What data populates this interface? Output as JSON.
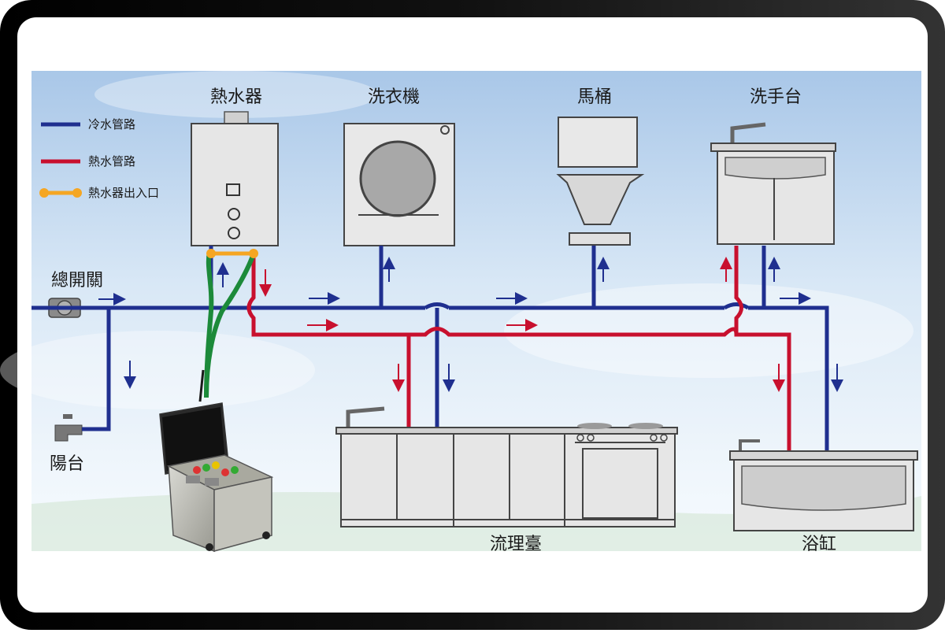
{
  "legend": {
    "cold": "冷水管路",
    "hot": "熱水管路",
    "port": "熱水器出入口"
  },
  "labels": {
    "heater": "熱水器",
    "washer": "洗衣機",
    "toilet": "馬桶",
    "basin": "洗手台",
    "main_switch": "總開關",
    "balcony": "陽台",
    "kitchen": "流理臺",
    "bathtub": "浴缸"
  },
  "colors": {
    "cold_pipe": "#1f2f8f",
    "hot_pipe": "#c8102e",
    "port": "#f5a623",
    "hose": "#1c8a3a",
    "frame": "#0a0a0a"
  }
}
